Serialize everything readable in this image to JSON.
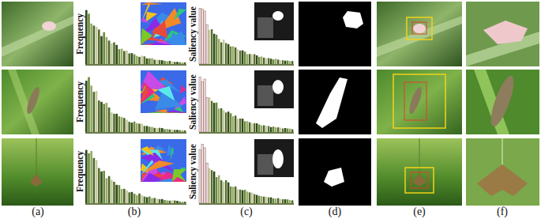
{
  "diagram": {
    "labels": [
      "Frequency",
      "Saliency value",
      "Frequency",
      "Saliency value",
      "Frequency",
      "Saliency value",
      "(a)",
      "(b)",
      "(c)",
      "(d)",
      "(e)",
      "(f)"
    ]
  }
}
